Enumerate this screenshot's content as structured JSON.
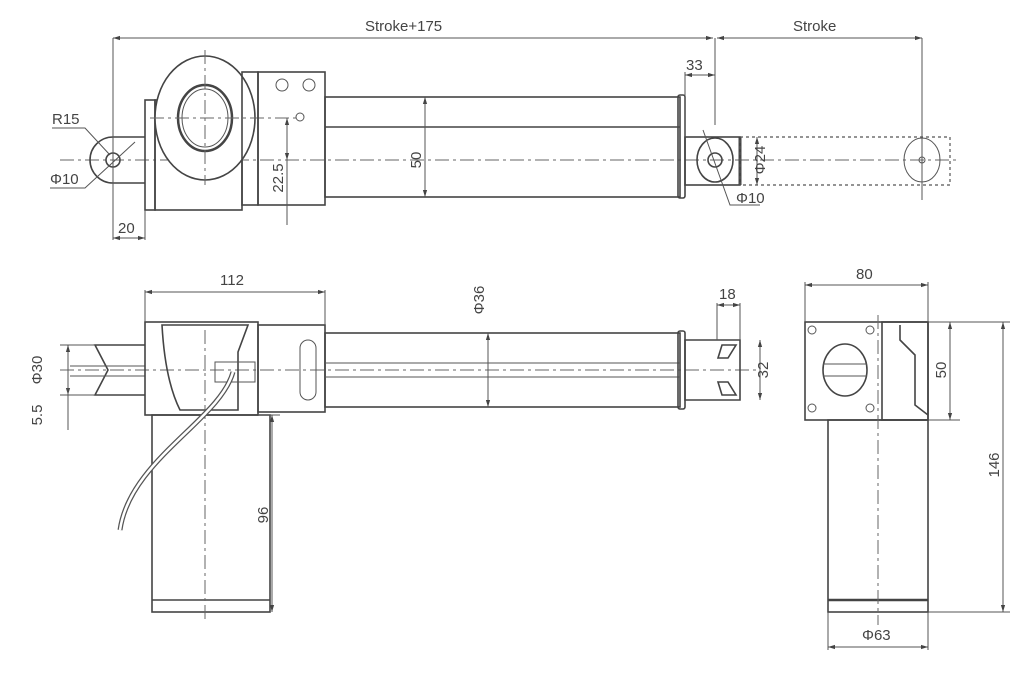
{
  "title": "Linear actuator dimension drawing",
  "colors": {
    "line": "#444444",
    "background": "#ffffff"
  },
  "top_view": {
    "overall_length": "Stroke+175",
    "stroke": "Stroke",
    "rod_offset": "33",
    "clevis_radius": "R15",
    "rear_hole": "Φ10",
    "rear_offset": "20",
    "axis_height": "22.5",
    "tube_height": "50",
    "rod_end_dia": "Φ24",
    "front_hole": "Φ10"
  },
  "front_view": {
    "gearbox_length": "112",
    "tube_dia": "Φ36",
    "rod_end_width": "18",
    "rod_end_height": "32",
    "clevis_dia": "Φ30",
    "clevis_slot": "5.5",
    "motor_length": "96"
  },
  "end_view": {
    "width": "80",
    "gearbox_height": "50",
    "total_height": "146",
    "motor_dia": "Φ63"
  }
}
